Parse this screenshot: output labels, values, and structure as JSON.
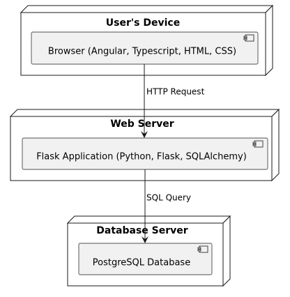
{
  "nodes": [
    {
      "id": "users-device",
      "title": "User's Device",
      "component": "Browser (Angular, Typescript, HTML, CSS)"
    },
    {
      "id": "web-server",
      "title": "Web Server",
      "component": "Flask Application (Python, Flask, SQLAlchemy)"
    },
    {
      "id": "database-server",
      "title": "Database Server",
      "component": "PostgreSQL Database"
    }
  ],
  "edges": [
    {
      "from": "users-device",
      "to": "web-server",
      "label": "HTTP Request"
    },
    {
      "from": "web-server",
      "to": "database-server",
      "label": "SQL Query"
    }
  ],
  "colors": {
    "node_fill": "#ffffff",
    "component_fill": "#f1f1f1",
    "stroke": "#181818"
  }
}
